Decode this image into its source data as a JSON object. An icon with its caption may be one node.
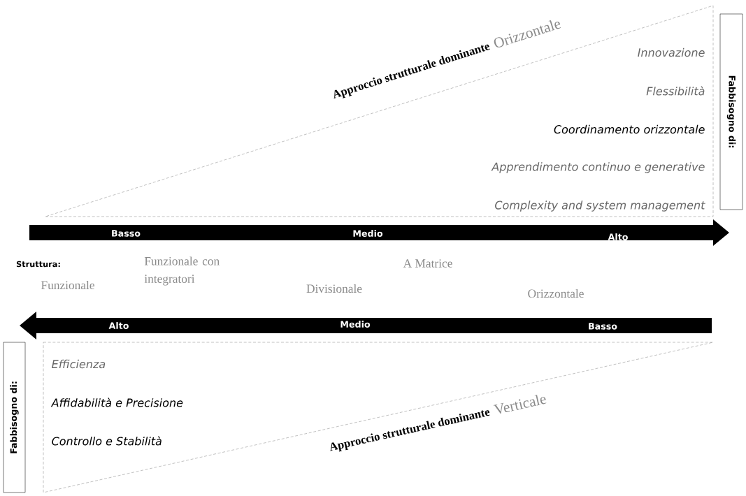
{
  "diagram": {
    "nodes": [
      {
        "text": [
          "Approccio strutturale dominante",
          "Orizzontale",
          "Innovazione",
          "Flessibilità",
          "Coordinamento orizzontale",
          "Apprendimento continuo e generative",
          "Complexity and system management"
        ]
      },
      {
        "text": [
          "Fabbisogno di:"
        ]
      },
      {
        "text": [
          "Fabbisogno di:"
        ]
      },
      {
        "text": [
          "Efficienza",
          "Affidabilità e Precisione",
          "Controllo e Stabilità",
          "Approccio strutturale dominante",
          "Verticale"
        ]
      }
    ],
    "labels": [
      "Basso",
      "Medio",
      "Alto",
      "Struttura:",
      "Funzionale",
      "Funzionale con integratori",
      "A Matrice",
      "Divisionale",
      "Orizzontale",
      "Alto",
      "Medio",
      "Basso"
    ]
  }
}
